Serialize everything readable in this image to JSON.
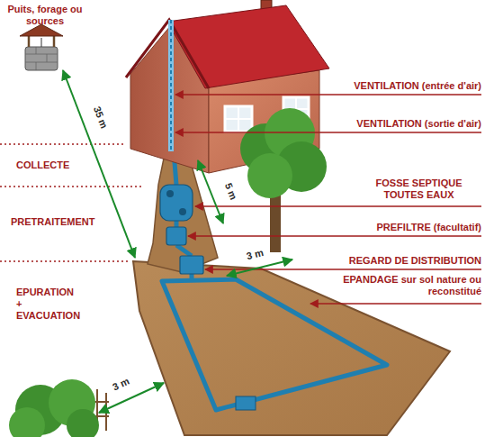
{
  "diagram": {
    "labels": [
      "Puits, forage ou sources",
      "VENTILATION (entrée d'air)",
      "VENTILATION (sortie d'air)",
      "COLLECTE",
      "FOSSE SEPTIQUE TOUTES EAUX",
      "35 m",
      "5 m",
      "PRETRAITEMENT",
      "PREFILTRE (facultatif)",
      "3 m",
      "REGARD DE DISTRIBUTION",
      "EPURATION + EVACUATION",
      "EPANDAGE sur sol nature ou reconstitué",
      "3 m"
    ]
  }
}
